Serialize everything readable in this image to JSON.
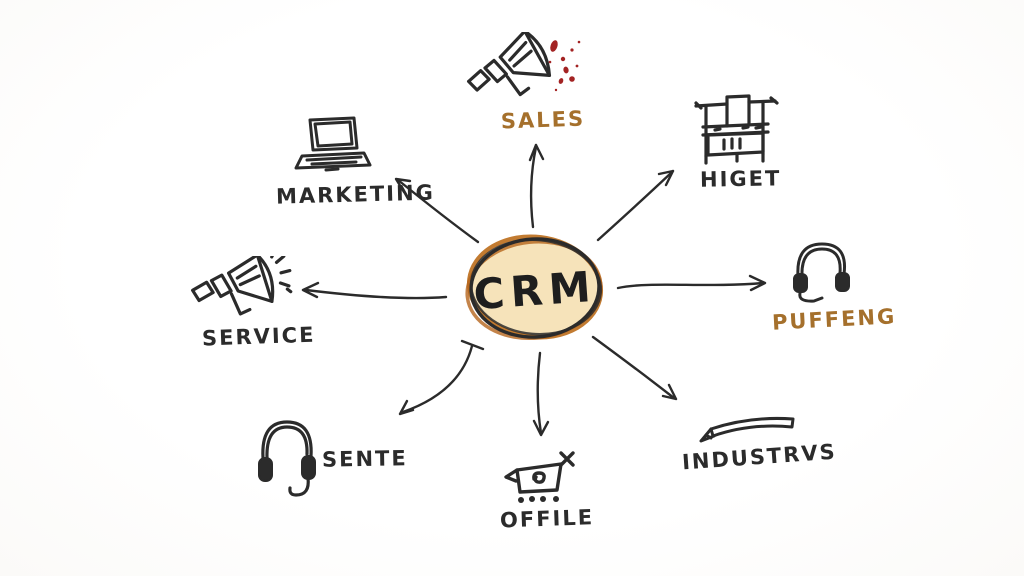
{
  "title": "CRM hand-drawn mind map",
  "center": {
    "label": "CRM",
    "fill_color": "#f6e3ba",
    "ink_color": "#2b2b2b",
    "highlight_ring_color": "#bf7426"
  },
  "style": {
    "ink_color": "#2b2b2b",
    "accent_text_color": "#a5702c",
    "splatter_color": "#a32323",
    "background_color": "#ffffff"
  },
  "nodes": [
    {
      "label": "SALES",
      "icon": "megaphone-icon",
      "color": "#a5702c",
      "position": "top"
    },
    {
      "label": "HIGET",
      "icon": "machine-icon",
      "color": "#2b2b2b",
      "position": "top-right"
    },
    {
      "label": "PUFFENG",
      "icon": "headset-icon",
      "color": "#a5702c",
      "position": "right"
    },
    {
      "label": "INDUSTRVS",
      "icon": "ribbon-icon",
      "color": "#2b2b2b",
      "position": "bottom-right"
    },
    {
      "label": "OFFILE",
      "icon": "cart-icon",
      "color": "#2b2b2b",
      "position": "bottom"
    },
    {
      "label": "SENTE",
      "icon": "headphones-icon",
      "color": "#2b2b2b",
      "position": "bottom-left"
    },
    {
      "label": "SERVICE",
      "icon": "megaphone-icon",
      "color": "#2b2b2b",
      "position": "left"
    },
    {
      "label": "MARKETING",
      "icon": "laptop-icon",
      "color": "#2b2b2b",
      "position": "top-left"
    }
  ]
}
